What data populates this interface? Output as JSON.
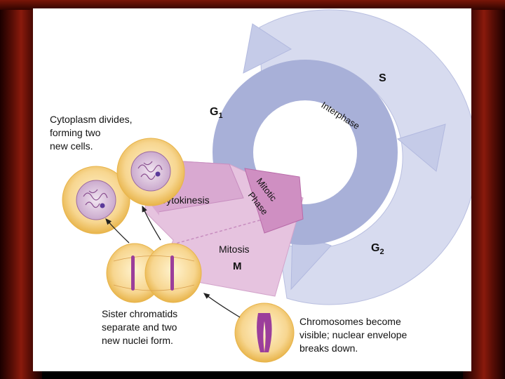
{
  "labels": {
    "s": "S",
    "g1_main": "G",
    "g1_sub": "1",
    "g2_main": "G",
    "g2_sub": "2",
    "interphase": "Interphase",
    "mitotic_line1": "Mitotic",
    "mitotic_line2": "Phase",
    "cytokinesis": "Cytokinesis",
    "mitosis": "Mitosis",
    "mitosis_m": "M"
  },
  "captions": {
    "cytoplasm": [
      "Cytoplasm divides,",
      "forming two",
      "new cells."
    ],
    "sister": [
      "Sister chromatids",
      "separate and two",
      "new nuclei form."
    ],
    "chromosomes": [
      "Chromosomes become",
      "visible; nuclear envelope",
      "breaks down."
    ]
  },
  "colors": {
    "cycle_light": "#d7dbef",
    "cycle_mid": "#a8b0d8",
    "cycle_dark": "#8c96c8",
    "mitotic_light": "#e6c3df",
    "mitotic_mid": "#cf8fc2",
    "mitotic_dark": "#b86aa8",
    "cell_fill": "#f7d690",
    "cell_edge": "#e8b44a",
    "chromosome": "#9b3e9b"
  },
  "icons": [
    "cell-icon",
    "chromosome-icon",
    "arrow-icon"
  ]
}
